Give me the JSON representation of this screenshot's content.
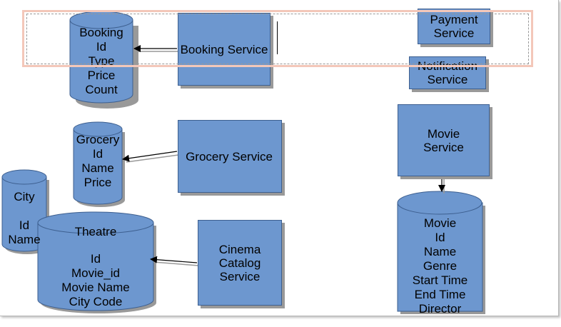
{
  "services": {
    "booking": "Booking Service",
    "payment": "Payment\nService",
    "notification": "Notification\nService",
    "grocery": "Grocery Service",
    "movie": "Movie\nService",
    "cinema_catalog": "Cinema Catalog\nService"
  },
  "databases": {
    "booking": [
      "Booking",
      "Id",
      "Type",
      "Price",
      "Count"
    ],
    "grocery": [
      "Grocery",
      "Id",
      "Name",
      "Price"
    ],
    "city": [
      "City",
      "",
      "Id",
      "Name"
    ],
    "theatre": {
      "title": "Theatre",
      "fields": [
        "Id",
        "Movie_id",
        "Movie Name",
        "City Code"
      ]
    },
    "movie": [
      "Movie",
      "Id",
      "Name",
      "Genre",
      "Start Time",
      "End Time",
      "Director"
    ]
  },
  "colors": {
    "shape_fill": "#6d97cf",
    "shape_stroke": "#3d5f8f",
    "shadow": "#999999",
    "selection": "#f3c7b9"
  }
}
